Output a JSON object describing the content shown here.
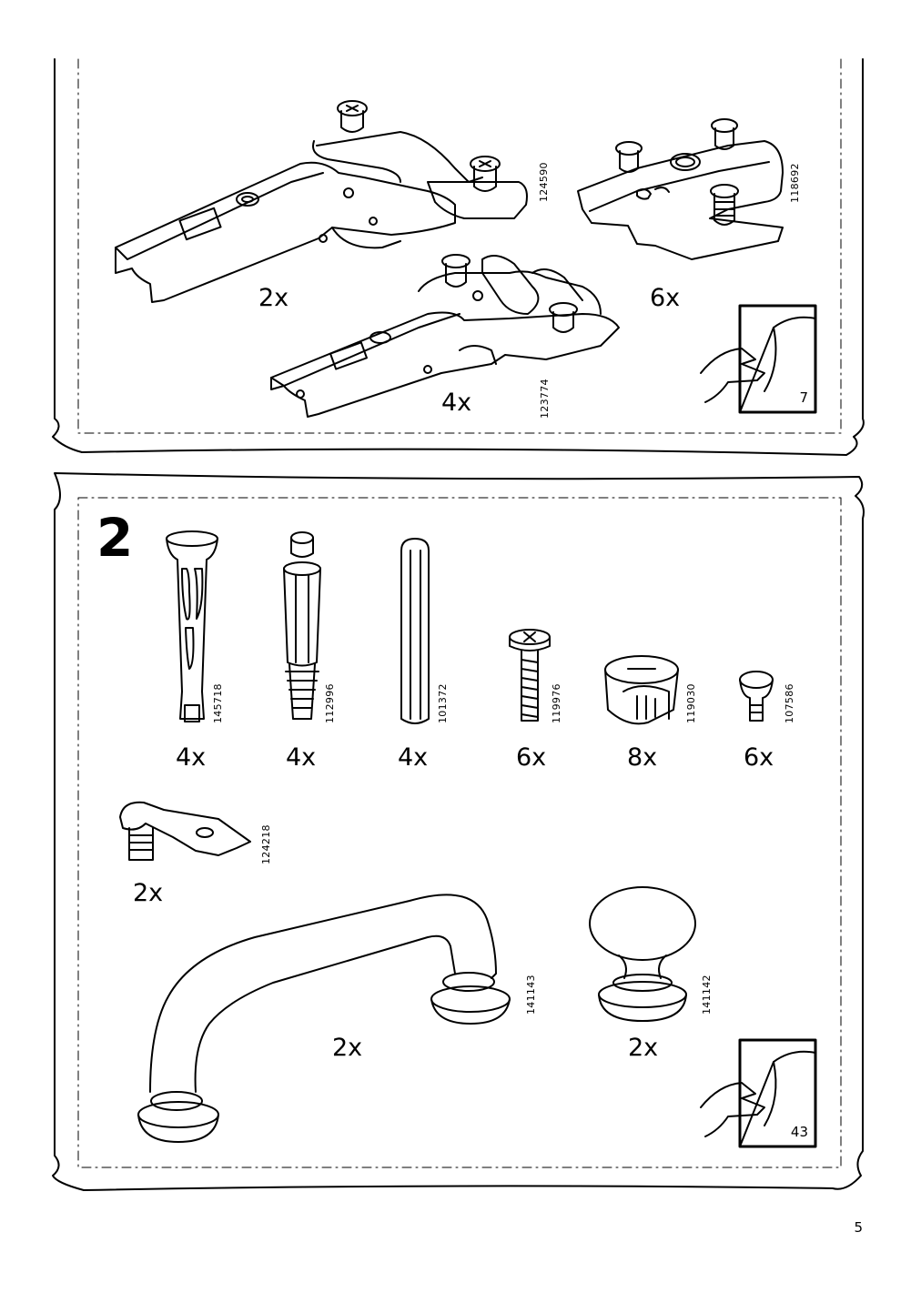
{
  "panel1": {
    "parts": [
      {
        "code": "124590",
        "qty": "2x",
        "name": "hinge"
      },
      {
        "code": "123774",
        "qty": "4x",
        "name": "hinge"
      },
      {
        "code": "118692",
        "qty": "6x",
        "name": "mounting-plate"
      }
    ],
    "page_ref": "7"
  },
  "panel2": {
    "step": "2",
    "parts": [
      {
        "code": "145718",
        "qty": "4x",
        "name": "connector-pin"
      },
      {
        "code": "112996",
        "qty": "4x",
        "name": "cam-dowel"
      },
      {
        "code": "101372",
        "qty": "4x",
        "name": "wooden-dowel"
      },
      {
        "code": "119976",
        "qty": "6x",
        "name": "screw"
      },
      {
        "code": "119030",
        "qty": "8x",
        "name": "cam-lock"
      },
      {
        "code": "107586",
        "qty": "6x",
        "name": "shelf-pin"
      },
      {
        "code": "124218",
        "qty": "2x",
        "name": "bracket"
      },
      {
        "code": "141143",
        "qty": "2x",
        "name": "handle"
      },
      {
        "code": "141142",
        "qty": "2x",
        "name": "knob"
      }
    ],
    "page_ref": "43"
  },
  "page_number": "5"
}
